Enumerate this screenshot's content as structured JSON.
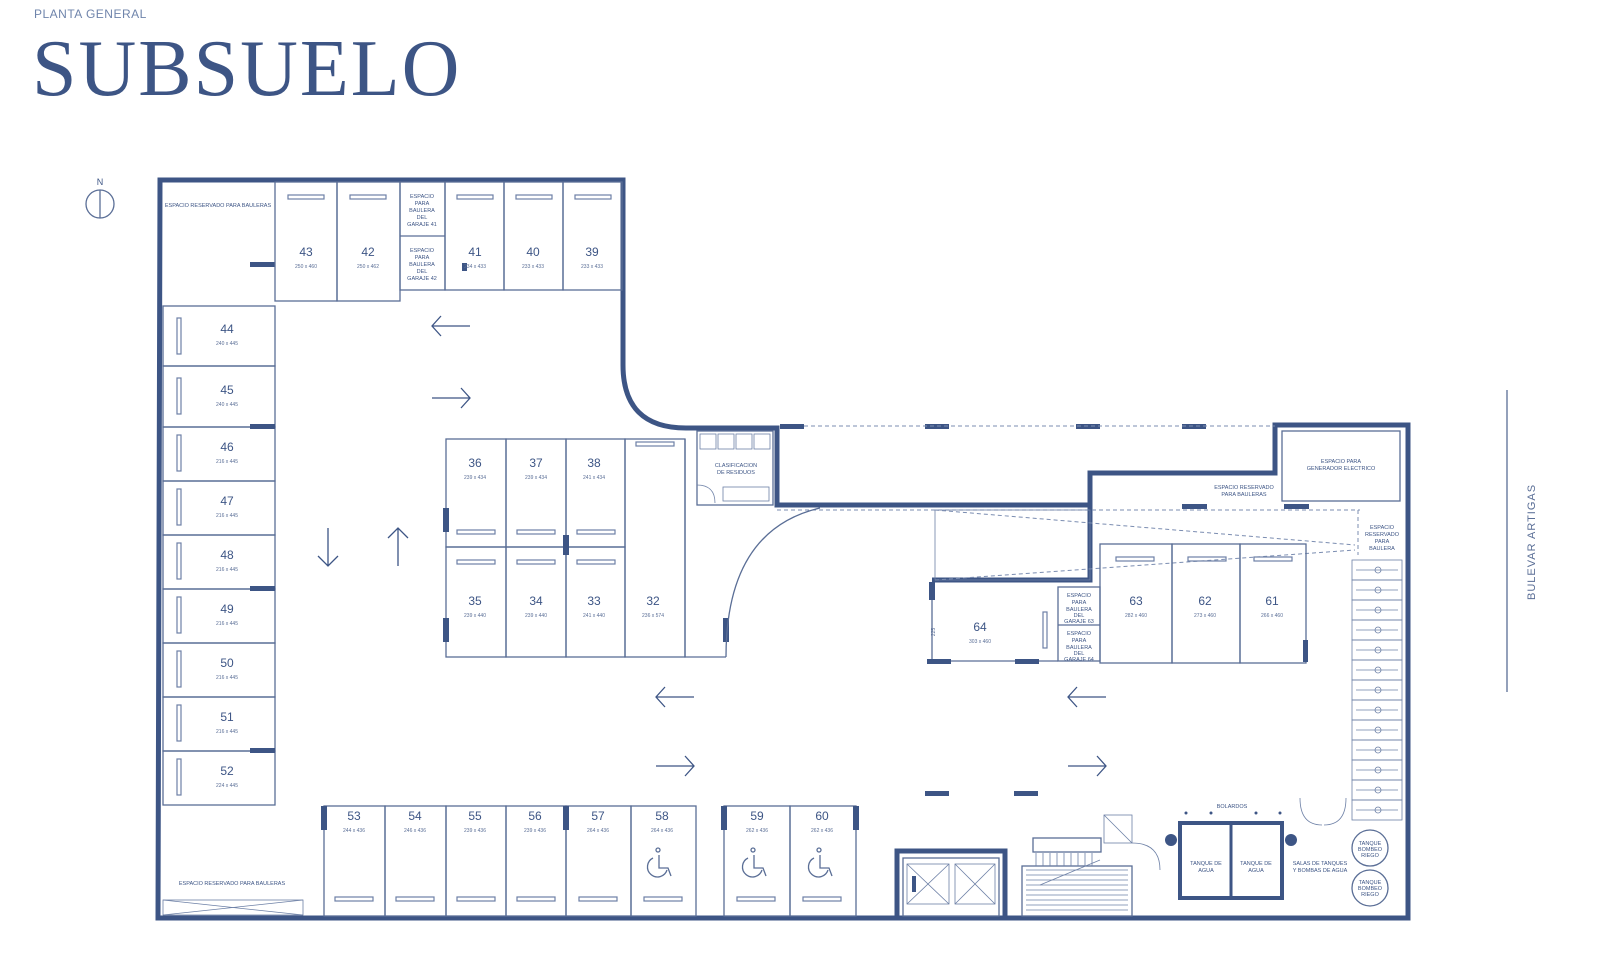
{
  "header": {
    "overline": "PLANTA GENERAL",
    "title": "SUBSUELO"
  },
  "compass": {
    "label": "N"
  },
  "street": "BULEVAR ARTIGAS",
  "spaces": [
    {
      "n": "43",
      "d": "250 x 460"
    },
    {
      "n": "42",
      "d": "250 x 462"
    },
    {
      "n": "41",
      "d": "234 x 433"
    },
    {
      "n": "40",
      "d": "233 x 433"
    },
    {
      "n": "39",
      "d": "233 x 433"
    },
    {
      "n": "44",
      "d": "240 x 445"
    },
    {
      "n": "45",
      "d": "240 x 445"
    },
    {
      "n": "46",
      "d": "216 x 445"
    },
    {
      "n": "47",
      "d": "216 x 445"
    },
    {
      "n": "48",
      "d": "216 x 445"
    },
    {
      "n": "49",
      "d": "216 x 445"
    },
    {
      "n": "50",
      "d": "216 x 445"
    },
    {
      "n": "51",
      "d": "216 x 445"
    },
    {
      "n": "52",
      "d": "224 x 445"
    },
    {
      "n": "36",
      "d": "239 x 434"
    },
    {
      "n": "37",
      "d": "239 x 434"
    },
    {
      "n": "38",
      "d": "241 x 434"
    },
    {
      "n": "35",
      "d": "239 x 440"
    },
    {
      "n": "34",
      "d": "239 x 440"
    },
    {
      "n": "33",
      "d": "241 x 440"
    },
    {
      "n": "32",
      "d": "236 x 574"
    },
    {
      "n": "53",
      "d": "244 x 436"
    },
    {
      "n": "54",
      "d": "246 x 436"
    },
    {
      "n": "55",
      "d": "239 x 436"
    },
    {
      "n": "56",
      "d": "239 x 436"
    },
    {
      "n": "57",
      "d": "264 x 436"
    },
    {
      "n": "58",
      "d": "264 x 436"
    },
    {
      "n": "59",
      "d": "262 x 436"
    },
    {
      "n": "60",
      "d": "262 x 436"
    },
    {
      "n": "64",
      "d": "303 x 460"
    },
    {
      "n": "63",
      "d": "282 x 460"
    },
    {
      "n": "62",
      "d": "273 x 460"
    },
    {
      "n": "61",
      "d": "266 x 460"
    }
  ],
  "labels": {
    "storage_nw": "ESPACIO RESERVADO PARA BAULERAS",
    "storage_sw": "ESPACIO RESERVADO PARA BAULERAS",
    "storage_mid": [
      "ESPACIO RESERVADO",
      "PARA BAULERAS"
    ],
    "storage_east": [
      "ESPACIO",
      "RESERVADO",
      "PARA",
      "BAULERA"
    ],
    "generator": [
      "ESPACIO PARA",
      "GENERADOR ELECTRICO"
    ],
    "waste": [
      "CLASIFICACION",
      "DE RESIDUOS"
    ],
    "baulera41": [
      "ESPACIO",
      "PARA",
      "BAULERA",
      "DEL",
      "GARAJE 41"
    ],
    "baulera42": [
      "ESPACIO",
      "PARA",
      "BAULERA",
      "DEL",
      "GARAJE 42"
    ],
    "baulera63": [
      "ESPACIO",
      "PARA",
      "BAULERA",
      "DEL",
      "GARAJE 63"
    ],
    "baulera64": [
      "ESPACIO",
      "PARA",
      "BAULERA",
      "DEL",
      "GARAJE 64"
    ],
    "tank1": [
      "TANQUE DE",
      "AGUA"
    ],
    "tank2": [
      "TANQUE DE",
      "AGUA"
    ],
    "pump_room": [
      "SALAS DE TANQUES",
      "Y BOMBAS DE AGUA"
    ],
    "pump1": [
      "TANQUE",
      "BOMBEO",
      "RIEGO"
    ],
    "pump2": [
      "TANQUE",
      "BOMBEO",
      "RIEGO"
    ],
    "bollards": "BOLARDOS",
    "small_dim": "225"
  },
  "colors": {
    "wall": "#3d5585",
    "line": "#5a6e96"
  }
}
